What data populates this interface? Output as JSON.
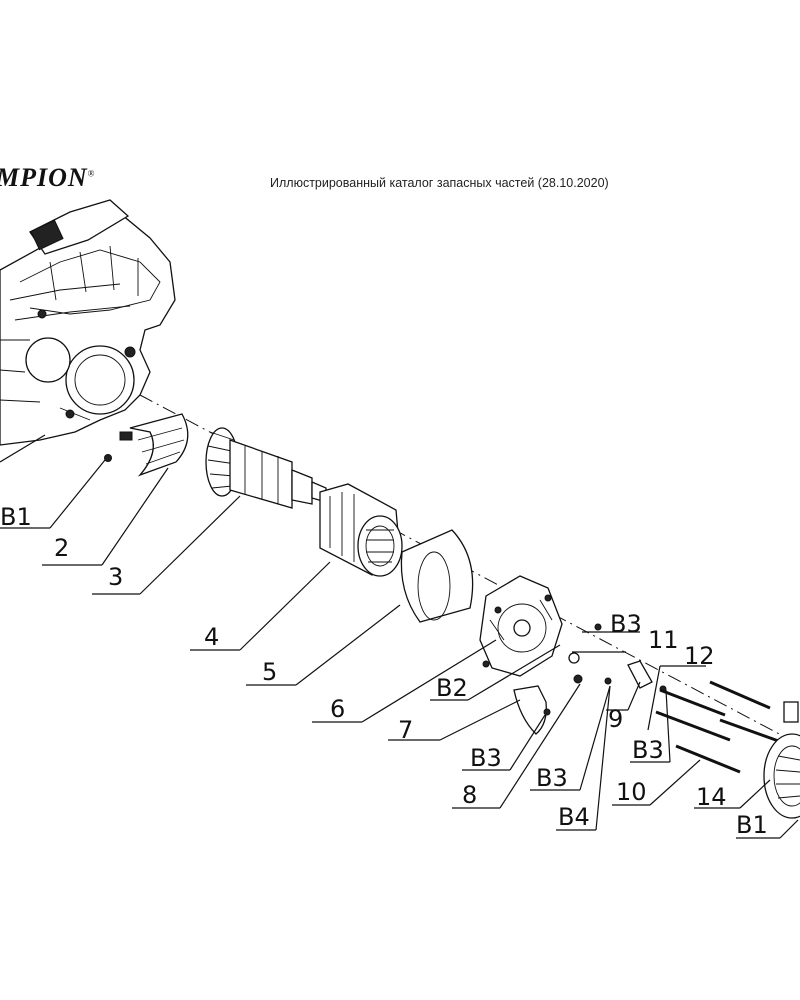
{
  "header": {
    "brand": "MPION",
    "trademark": "®",
    "title": "Иллюстрированный каталог запасных частей (28.10.2020)"
  },
  "callouts": [
    {
      "id": "B1_left",
      "label": "B1"
    },
    {
      "id": "p2",
      "label": "2"
    },
    {
      "id": "p3",
      "label": "3"
    },
    {
      "id": "p4",
      "label": "4"
    },
    {
      "id": "p5",
      "label": "5"
    },
    {
      "id": "p6",
      "label": "6"
    },
    {
      "id": "B2",
      "label": "B2"
    },
    {
      "id": "p7",
      "label": "7"
    },
    {
      "id": "B3_a",
      "label": "B3"
    },
    {
      "id": "p8",
      "label": "8"
    },
    {
      "id": "B3_b",
      "label": "B3"
    },
    {
      "id": "B4",
      "label": "B4"
    },
    {
      "id": "p9",
      "label": "9"
    },
    {
      "id": "B3_top",
      "label": "B3"
    },
    {
      "id": "p11",
      "label": "11"
    },
    {
      "id": "p12",
      "label": "12"
    },
    {
      "id": "B3_c",
      "label": "B3"
    },
    {
      "id": "p10",
      "label": "10"
    },
    {
      "id": "p14",
      "label": "14"
    },
    {
      "id": "B1_right",
      "label": "B1"
    }
  ]
}
